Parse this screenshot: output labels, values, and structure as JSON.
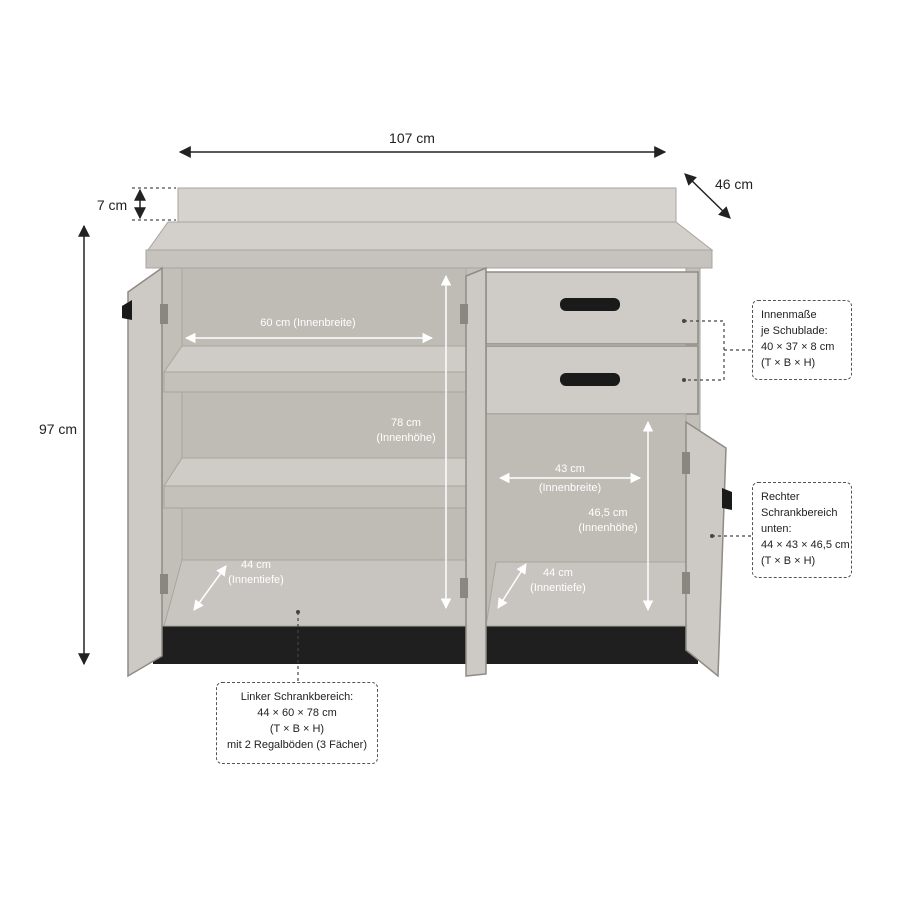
{
  "dimensions": {
    "width": "107 cm",
    "depth": "46 cm",
    "height": "97 cm",
    "backsplash": "7 cm"
  },
  "left_compartment": {
    "inner_width": "60 cm (Innenbreite)",
    "inner_height_value": "78 cm",
    "inner_height_label": "(Innenhöhe)",
    "inner_depth_value": "44 cm",
    "inner_depth_label": "(Innentiefe)"
  },
  "right_compartment": {
    "inner_width_value": "43 cm",
    "inner_width_label": "(Innenbreite)",
    "inner_height_value": "46,5 cm",
    "inner_height_label": "(Innenhöhe)",
    "inner_depth_value": "44 cm",
    "inner_depth_label": "(Innentiefe)"
  },
  "callouts": {
    "drawers": [
      "Innenmaße",
      "je Schublade:",
      "40 × 37 × 8 cm",
      "(T × B × H)"
    ],
    "right": [
      "Rechter",
      "Schrankbereich",
      "unten:",
      "44 × 43 × 46,5 cm",
      "(T × B × H)"
    ],
    "left": [
      "Linker Schrankbereich:",
      "44 × 60 × 78 cm",
      "(T × B × H)",
      "mit 2 Regalböden (3 Fächer)"
    ]
  },
  "colors": {
    "cabinet": "#c9c6c1",
    "cabinet_dark": "#b6b2ac",
    "cabinet_light": "#d6d3cf",
    "plinth": "#1f1f1f",
    "line": "#222222"
  }
}
